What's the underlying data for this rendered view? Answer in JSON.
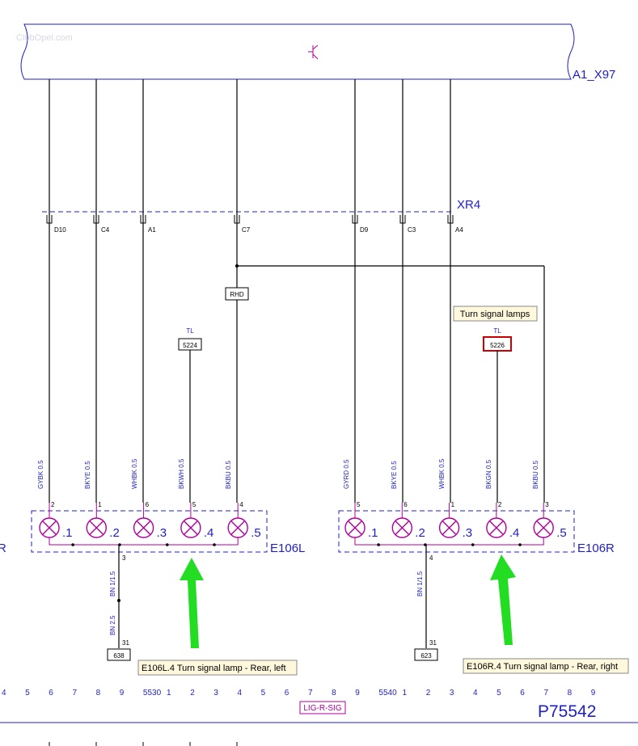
{
  "module": {
    "name": "A1_X97"
  },
  "watermark": "ClubOpel.com",
  "connector": {
    "name": "XR4",
    "pins": [
      "D10",
      "C4",
      "A1",
      "C7",
      "D9",
      "C3",
      "A4"
    ]
  },
  "rhd_box": "RHD",
  "left_branch": {
    "tl": "TL",
    "ref": "5224"
  },
  "right_branch": {
    "tl": "TL",
    "ref": "5226",
    "tooltip": "Turn signal lamps"
  },
  "left_lamp": {
    "name": "E106L",
    "wires": [
      "GYBK 0.5",
      "BKYE 0.5",
      "WHBK 0.5",
      "BKWH 0.5",
      "BKBU 0.5"
    ],
    "pins": [
      "2",
      "1",
      "6",
      "5",
      "4"
    ],
    "positions": [
      ".1",
      ".2",
      ".3",
      ".4",
      ".5"
    ],
    "ground_pin": "3",
    "ground_wires": [
      "BN 1/1.5",
      "BN 2.5"
    ],
    "ground_end_pin": "31",
    "ground_ref": "638",
    "callout": "E106L.4 Turn signal lamp - Rear, left"
  },
  "right_lamp": {
    "name": "E106R",
    "wires": [
      "GYRD 0.5",
      "BKYE 0.5",
      "WHBK 0.5",
      "BKGN 0.5",
      "BKBU 0.5"
    ],
    "pins": [
      "5",
      "6",
      "1",
      "2",
      "3"
    ],
    "positions": [
      ".1",
      ".2",
      ".3",
      ".4",
      ".5"
    ],
    "ground_pin": "4",
    "ground_wires": [
      "BN 1/1.5"
    ],
    "ground_end_pin": "31",
    "ground_ref": "623",
    "callout": "E106R.4 Turn signal lamp - Rear, right"
  },
  "edge_text": {
    "left_cut": "R"
  },
  "ruler": {
    "ticks": [
      "4",
      "5",
      "6",
      "7",
      "8",
      "9",
      "5530",
      "1",
      "2",
      "3",
      "4",
      "5",
      "6",
      "7",
      "8",
      "9",
      "5540",
      "1",
      "2",
      "3",
      "4",
      "5",
      "6",
      "7",
      "8",
      "9"
    ]
  },
  "footer": {
    "signal": "LIG-R-SIG",
    "page": "P75542"
  },
  "colors": {
    "line": "#1f1fc8",
    "wire": "#000000",
    "highlight": "#cc0000",
    "arrow": "#22dd22",
    "lamp": "#b0009c",
    "note_bg": "#fff8dc"
  }
}
